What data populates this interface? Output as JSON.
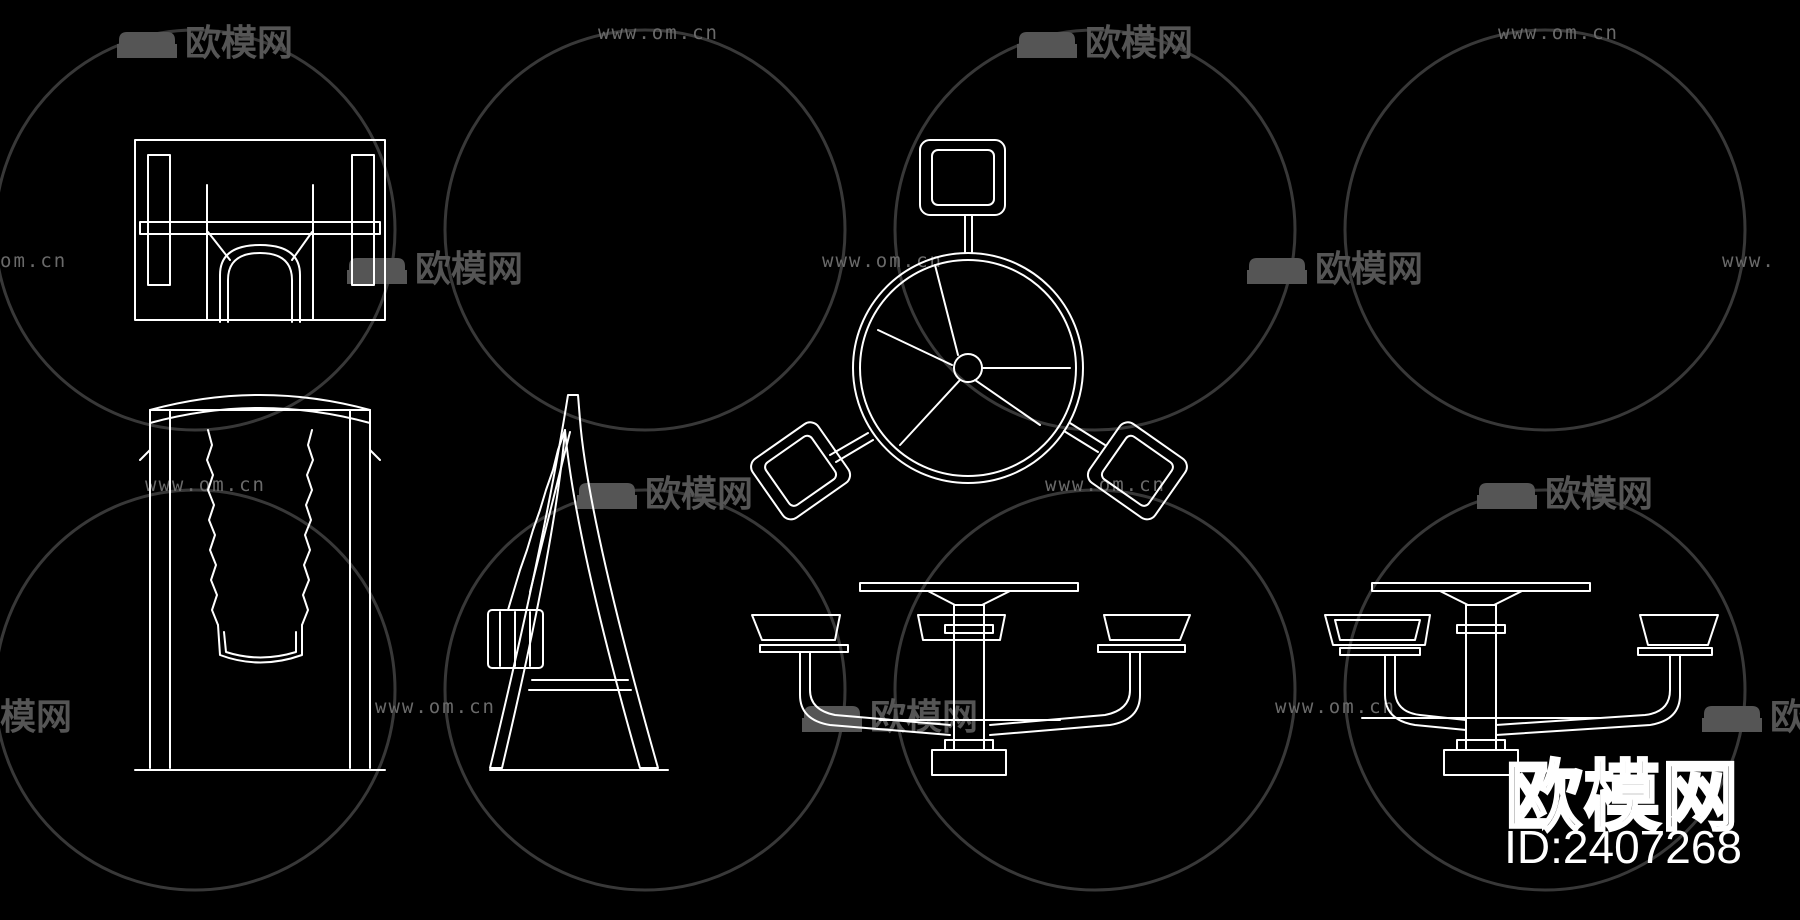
{
  "watermark": {
    "url_text": "www.om.cn",
    "url_fragment_left": "om.cn",
    "url_fragment_right": "www.",
    "brand_text": "欧模网",
    "brand_fragment": "模网",
    "brand_fragment_right": "欧",
    "logo_icon": "sofa-icon"
  },
  "brand_mark": {
    "name": "欧模网",
    "id_label": "ID:2407268"
  },
  "drawing": {
    "line_color": "#ffffff",
    "watermark_color": "#5a5a5a",
    "views": [
      "swing-top-view",
      "swing-front-elevation",
      "swing-side-elevation",
      "table-set-plan-view",
      "table-set-front-elevation",
      "table-set-side-elevation"
    ]
  }
}
